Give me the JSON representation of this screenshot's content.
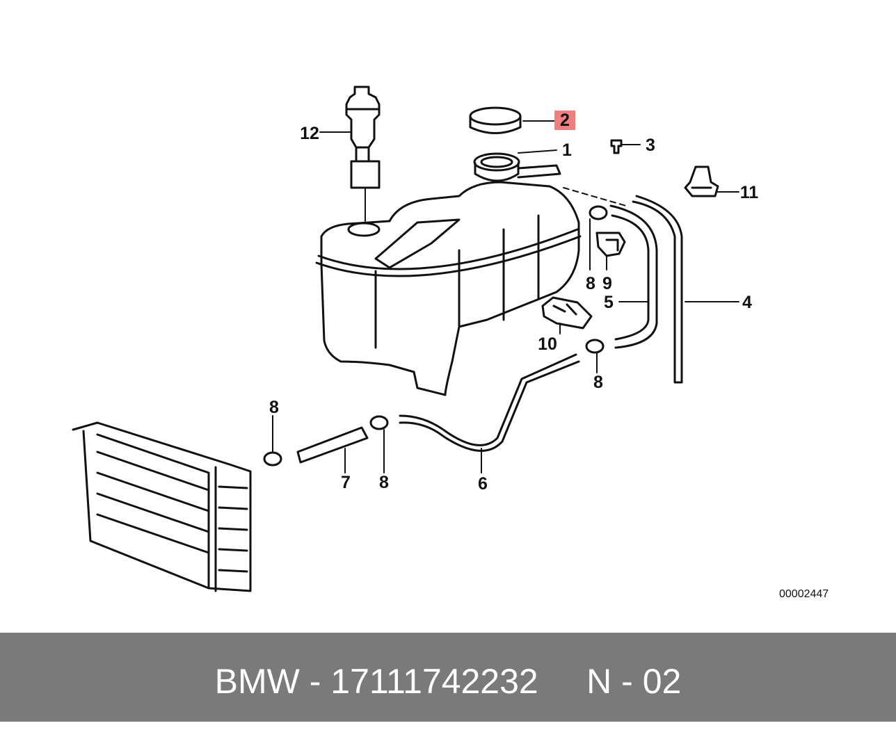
{
  "callouts": {
    "c1": "1",
    "c2": "2",
    "c3": "3",
    "c4": "4",
    "c5": "5",
    "c6": "6",
    "c7": "7",
    "c8a": "8",
    "c8b": "8",
    "c8c": "8",
    "c8d": "8",
    "c9": "9",
    "c10": "10",
    "c11": "11",
    "c12": "12"
  },
  "highlight_color": "#f08080",
  "diagram_ref": "00002447",
  "footer": {
    "text": "BMW - 17111742232     N - 02",
    "background": "#7a7a7a"
  }
}
